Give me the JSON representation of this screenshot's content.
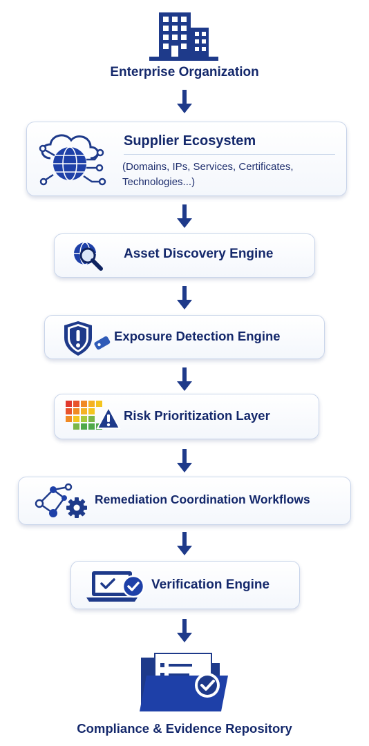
{
  "top": {
    "title": "Enterprise Organization",
    "icon": "building-icon"
  },
  "supplier": {
    "title": "Supplier Ecosystem",
    "subtitle_line1": "(Domains, IPs, Services, Certificates,",
    "subtitle_line2": "Technologies...)",
    "icon": "cloud-globe-network-icon"
  },
  "steps": [
    {
      "label": "Asset Discovery Engine",
      "icon": "globe-magnifier-icon"
    },
    {
      "label": "Exposure Detection Engine",
      "icon": "shield-alert-icon"
    },
    {
      "label": "Risk Prioritization Layer",
      "icon": "risk-heatmap-warning-icon"
    },
    {
      "label": "Remediation Coordination Workflows",
      "icon": "network-gear-icon"
    },
    {
      "label": "Verification Engine",
      "icon": "laptop-check-icon"
    }
  ],
  "bottom": {
    "title": "Compliance & Evidence Repository",
    "icon": "folder-checklist-icon"
  },
  "colors": {
    "navy": "#14286b",
    "blue": "#1e40a8",
    "box_border": "#c9d5ea"
  }
}
